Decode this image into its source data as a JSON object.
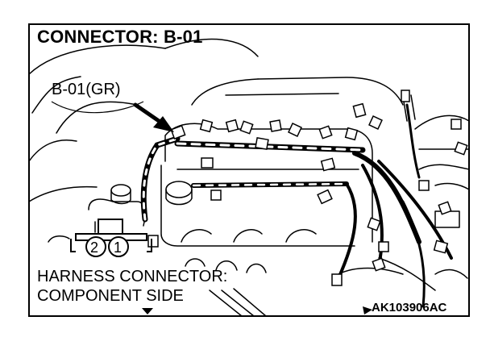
{
  "title": "CONNECTOR: B-01",
  "callout_label": "B-01(GR)",
  "connector_view": {
    "line1": "HARNESS CONNECTOR:",
    "line2": "COMPONENT SIDE",
    "pins": [
      "2",
      "1"
    ]
  },
  "figure_code": "AK103906AC",
  "colors": {
    "ink": "#000000",
    "paper": "#ffffff"
  }
}
